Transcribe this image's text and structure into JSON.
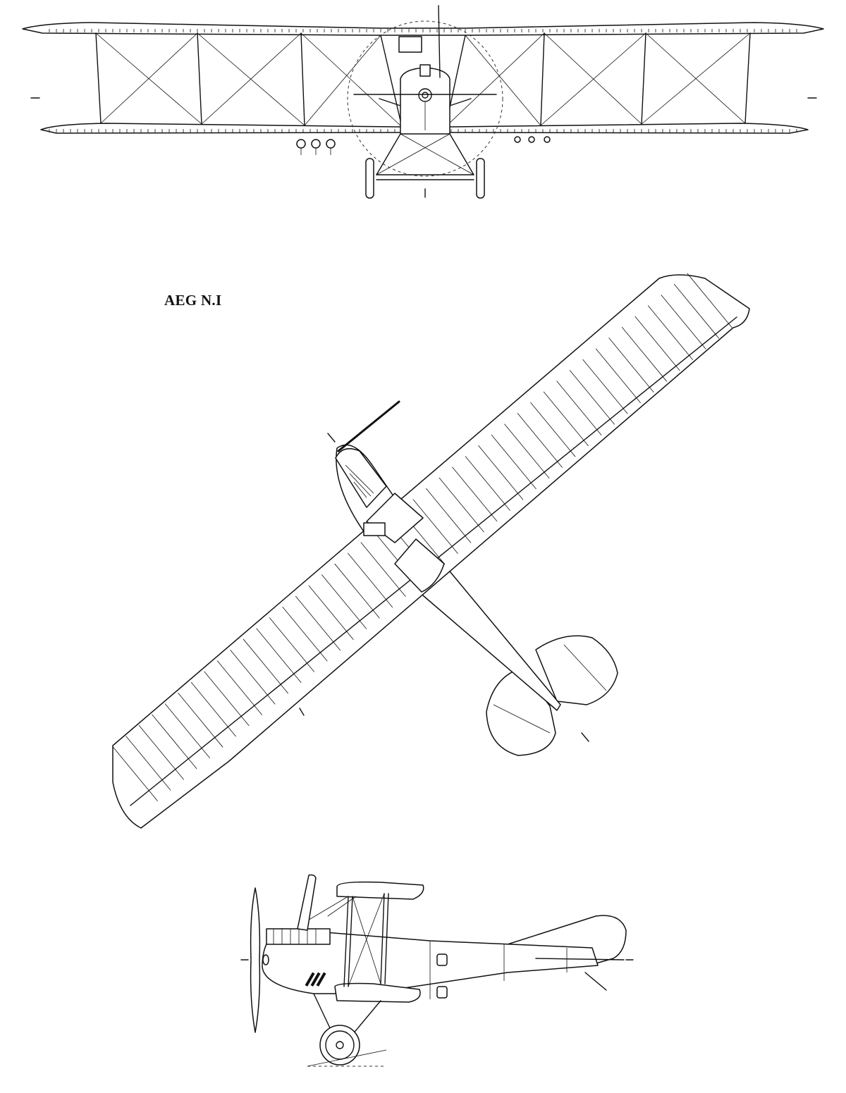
{
  "title": "AEG N.I",
  "colors": {
    "ink": "#111111",
    "paper": "#ffffff"
  },
  "views": [
    {
      "id": "front-view"
    },
    {
      "id": "top-view"
    },
    {
      "id": "side-view"
    }
  ]
}
